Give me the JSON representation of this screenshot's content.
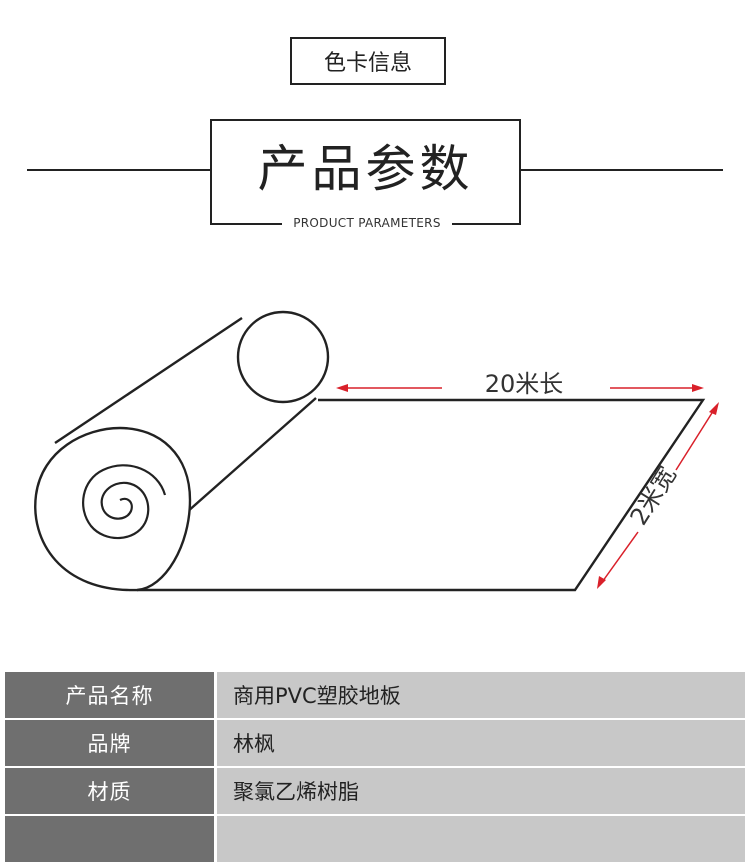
{
  "header": {
    "color_card": "色卡信息",
    "title": "产品参数",
    "subtitle": "PRODUCT PARAMETERS"
  },
  "diagram": {
    "length_label": "20米长",
    "width_label": "2米宽"
  },
  "params": [
    {
      "key": "产品名称",
      "value": "商用PVC塑胶地板"
    },
    {
      "key": "品牌",
      "value": "林枫"
    },
    {
      "key": "材质",
      "value": "聚氯乙烯树脂"
    }
  ],
  "colors": {
    "arrow": "#d9202a",
    "key_bg": "#6f6f6f",
    "value_bg": "#c8c8c8"
  }
}
